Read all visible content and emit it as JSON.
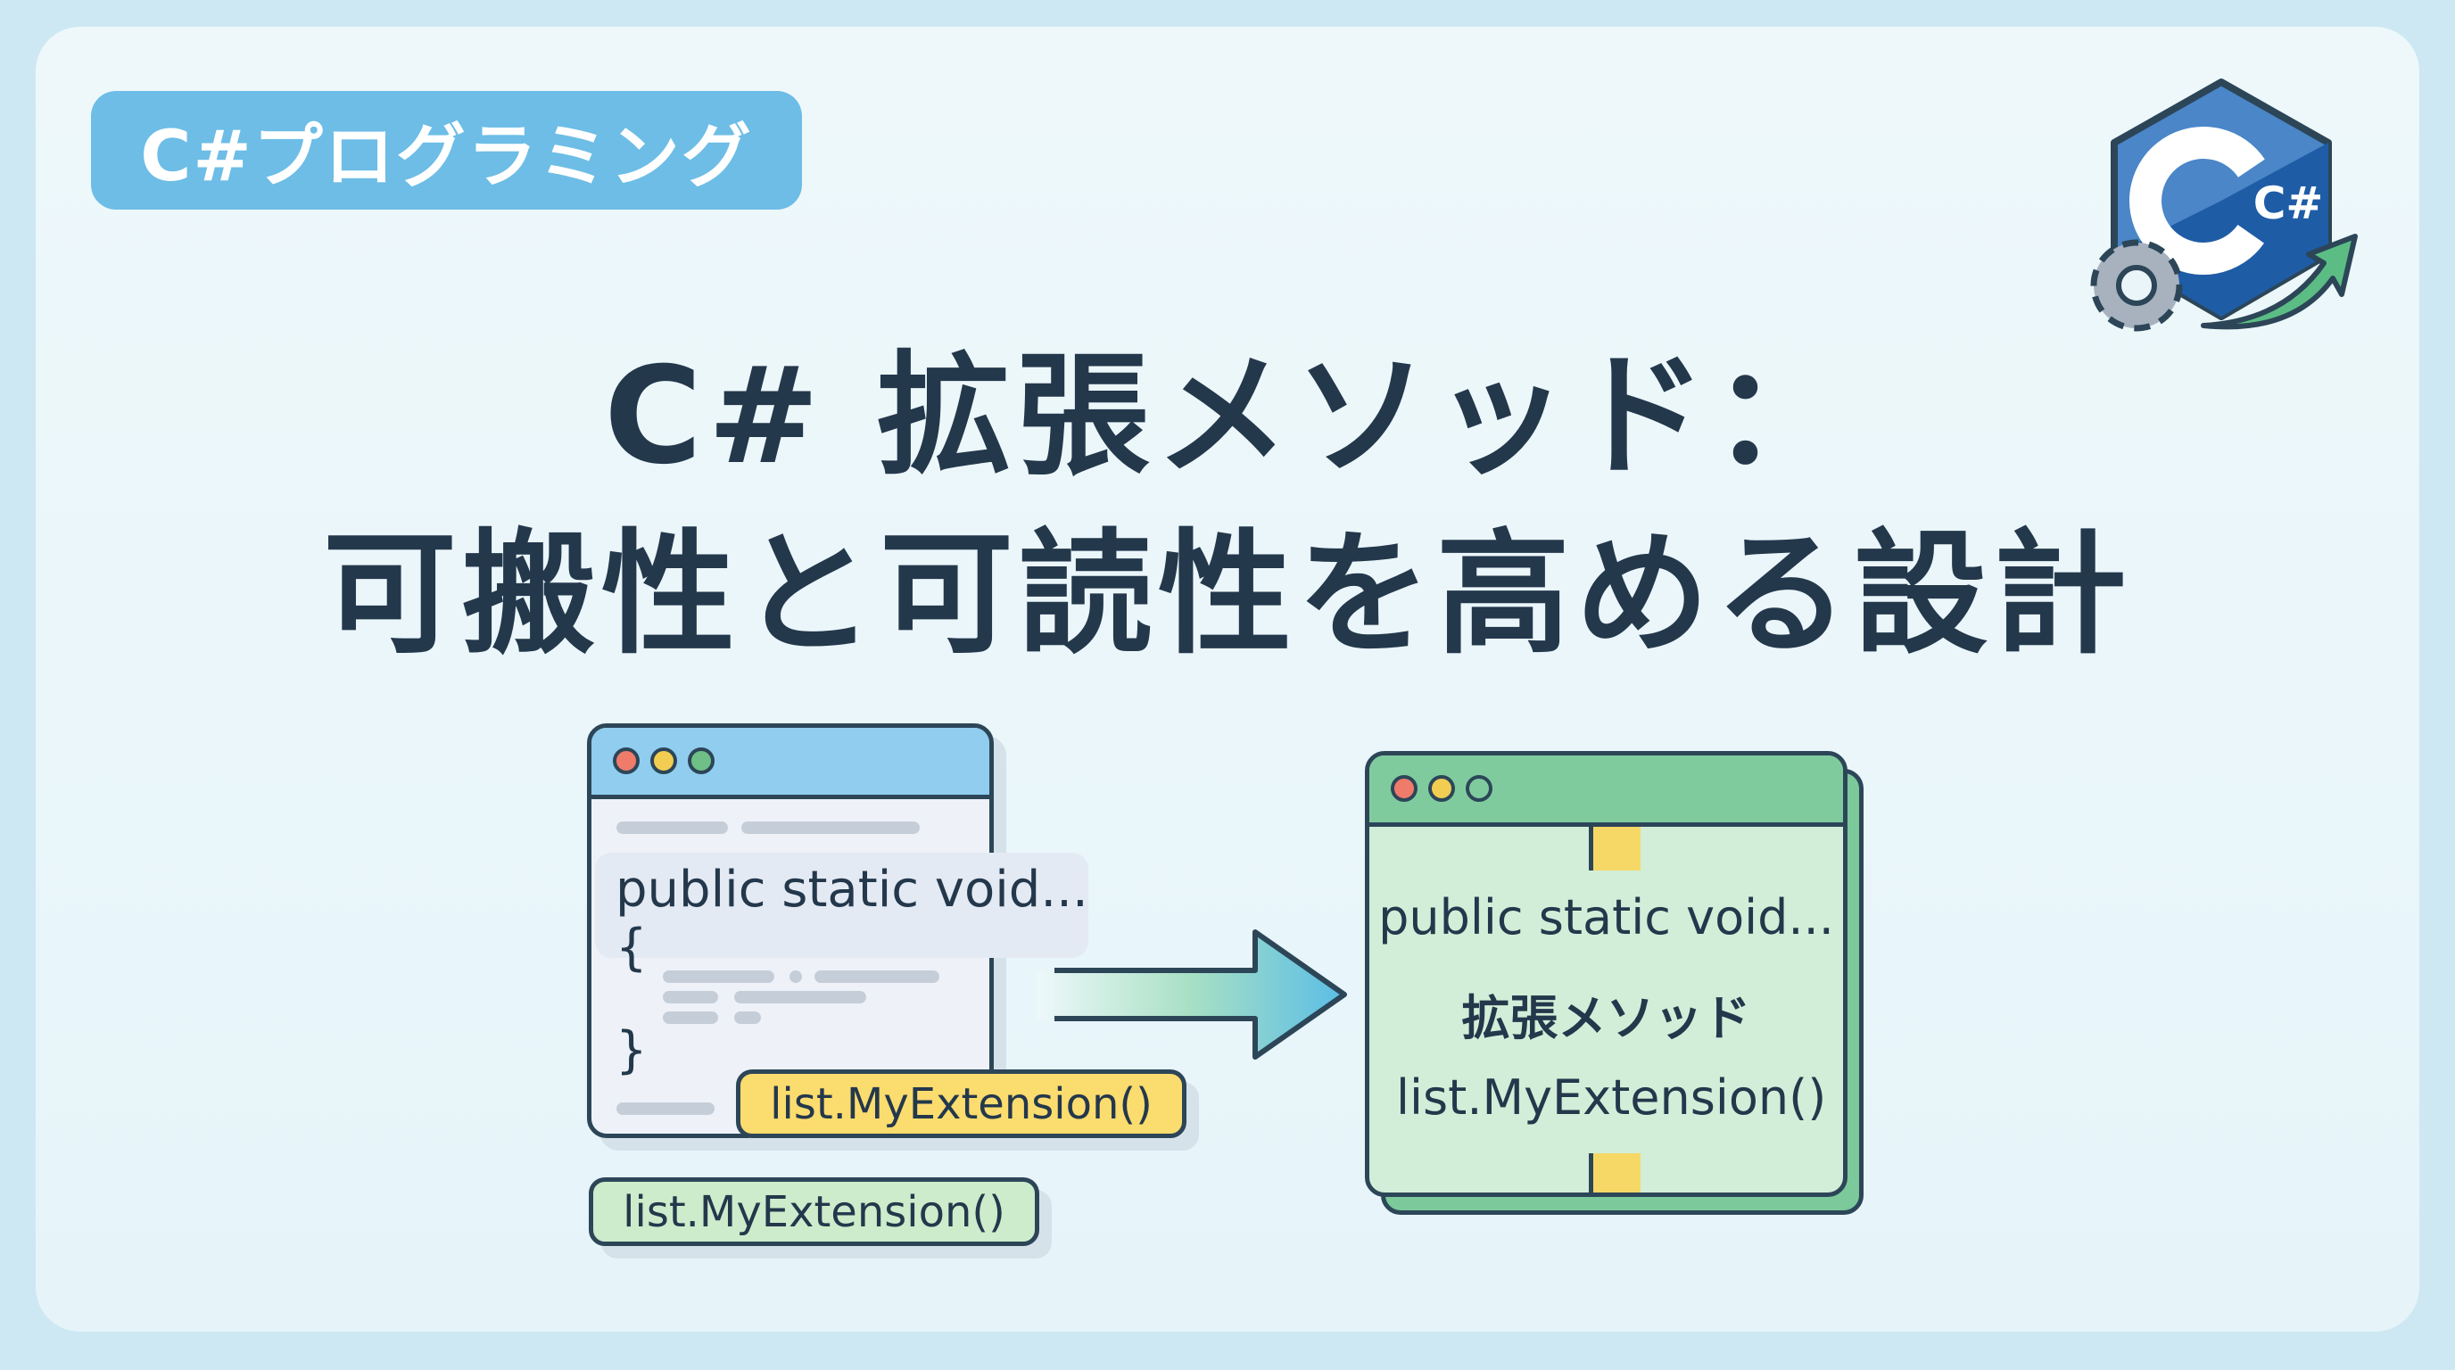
{
  "badge": "C#プログラミング",
  "title": {
    "line1": "C# 拡張メソッド：",
    "line2": "可搬性と可読性を高める設計"
  },
  "logo": {
    "text": "C#",
    "icons": [
      "csharp-hexagon-icon",
      "gear-icon",
      "growth-arrow-icon"
    ]
  },
  "left_window": {
    "code_signature": "public static void...",
    "open_brace": "{",
    "close_brace": "}"
  },
  "yellow_pill": "list.MyExtension()",
  "green_pill": "list.MyExtension()",
  "right_window": {
    "line1": "public static void...",
    "line2": "拡張メソッド",
    "line3": "list.MyExtension()"
  },
  "colors": {
    "badge": "#6dbde6",
    "title": "#24384c",
    "left_header": "#90cdee",
    "right_header": "#80cb9e",
    "pill_yellow": "#fbdc6e",
    "pill_green": "#cdeccb"
  }
}
